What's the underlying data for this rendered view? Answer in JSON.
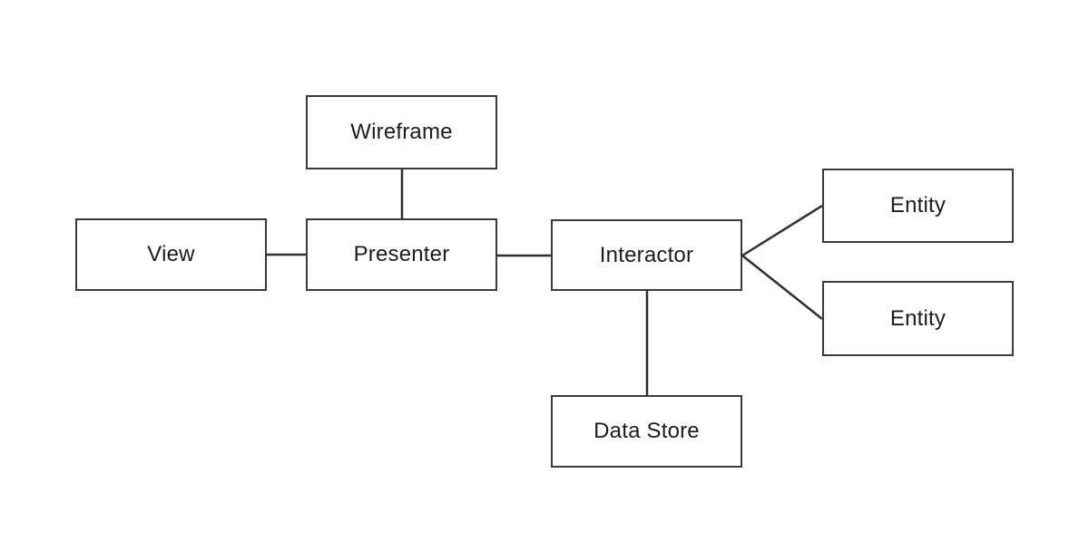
{
  "diagram": {
    "type": "architecture-block-diagram",
    "colors": {
      "background": "#ffffff",
      "node_fill": "#ffffff",
      "node_border": "#3a3a3a",
      "text": "#1c1c1c",
      "edge": "#2e2e2e"
    },
    "nodes": [
      {
        "id": "wireframe",
        "label": "Wireframe"
      },
      {
        "id": "view",
        "label": "View"
      },
      {
        "id": "presenter",
        "label": "Presenter"
      },
      {
        "id": "interactor",
        "label": "Interactor"
      },
      {
        "id": "entity-top",
        "label": "Entity"
      },
      {
        "id": "entity-bottom",
        "label": "Entity"
      },
      {
        "id": "data-store",
        "label": "Data Store"
      }
    ],
    "edges": [
      {
        "from": "wireframe",
        "to": "presenter"
      },
      {
        "from": "view",
        "to": "presenter"
      },
      {
        "from": "presenter",
        "to": "interactor"
      },
      {
        "from": "interactor",
        "to": "entity-top"
      },
      {
        "from": "interactor",
        "to": "entity-bottom"
      },
      {
        "from": "interactor",
        "to": "data-store"
      }
    ]
  }
}
